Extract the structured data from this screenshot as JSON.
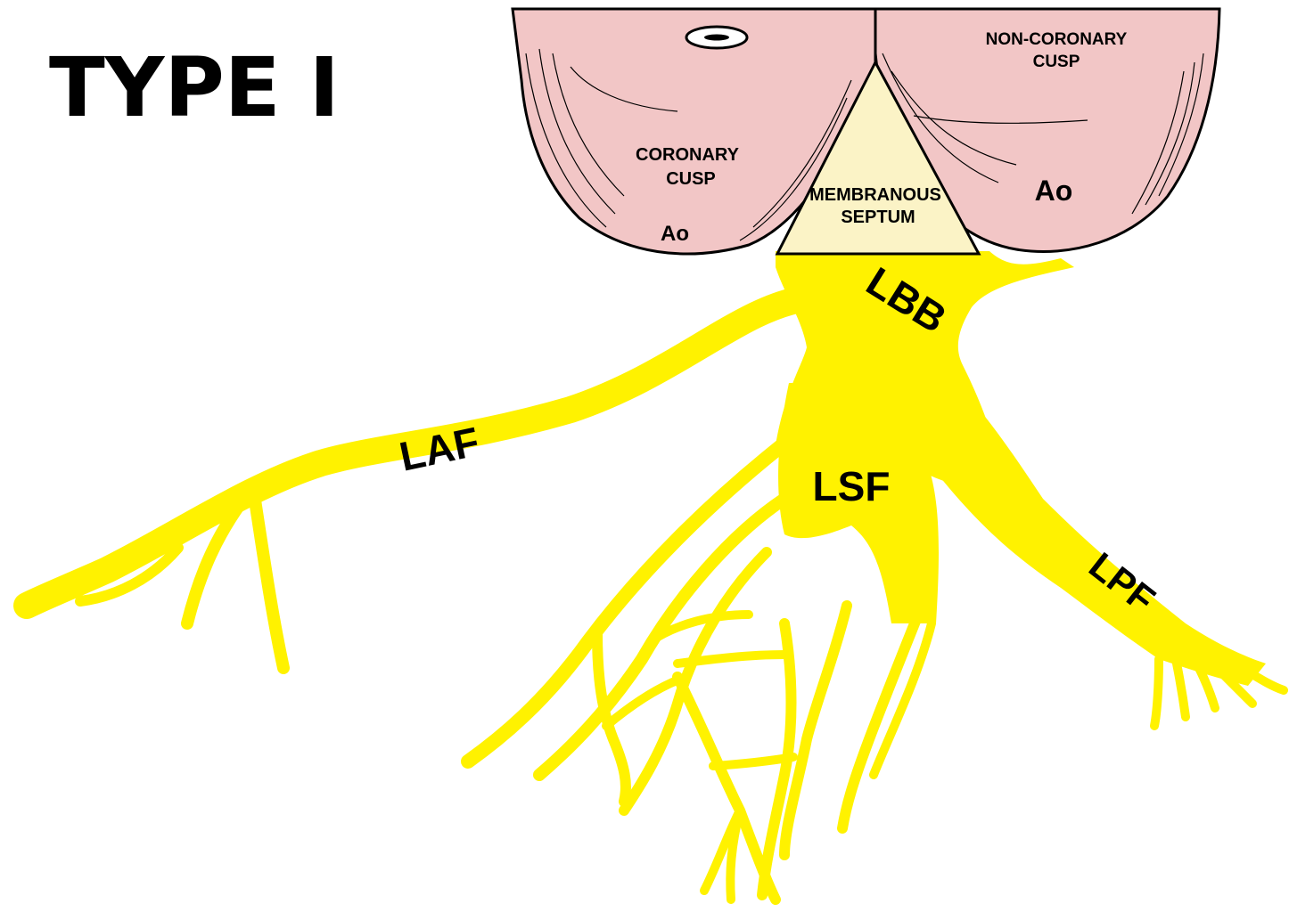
{
  "title": "TYPE I",
  "labels": {
    "coronary_cusp_line1": "CORONARY",
    "coronary_cusp_line2": "CUSP",
    "non_coronary_cusp_line1": "NON-CORONARY",
    "non_coronary_cusp_line2": "CUSP",
    "aorta_left": "Ao",
    "aorta_right": "Ao",
    "membranous_septum_line1": "MEMBRANOUS",
    "membranous_septum_line2": "SEPTUM",
    "left_bundle_branch": "LBB",
    "left_anterior_fascicle": "LAF",
    "left_septal_fascicle": "LSF",
    "left_posterior_fascicle": "LPF"
  },
  "colors": {
    "cusp_fill": "#f2c6c6",
    "septum_fill": "#fbf3c6",
    "conduction_fill": "#fff200",
    "outline": "#000000"
  }
}
